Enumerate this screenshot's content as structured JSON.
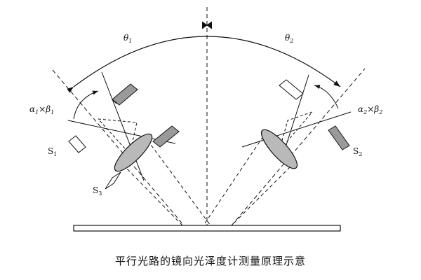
{
  "labels": {
    "theta1": {
      "sym": "θ",
      "sub": "1"
    },
    "theta2": {
      "sym": "θ",
      "sub": "2"
    },
    "angle_left": {
      "a": "α",
      "a_sub": "1",
      "x": "×",
      "b": "β",
      "b_sub": "1"
    },
    "angle_right": {
      "a": "α",
      "a_sub": "2",
      "x": "×",
      "b": "β",
      "b_sub": "2"
    },
    "s1": {
      "sym": "S",
      "sub": "1"
    },
    "s2": {
      "sym": "S",
      "sub": "2"
    },
    "s3": {
      "sym": "S",
      "sub": "3"
    }
  },
  "caption": "平行光路的镜向光泽度计测量原理示意"
}
